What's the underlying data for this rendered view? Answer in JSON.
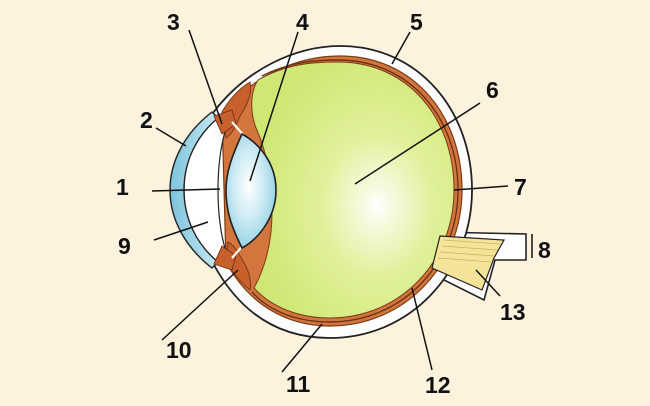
{
  "labels": [
    {
      "id": "1",
      "text": "1"
    },
    {
      "id": "2",
      "text": "2"
    },
    {
      "id": "3",
      "text": "3"
    },
    {
      "id": "4",
      "text": "4"
    },
    {
      "id": "5",
      "text": "5"
    },
    {
      "id": "6",
      "text": "6"
    },
    {
      "id": "7",
      "text": "7"
    },
    {
      "id": "8",
      "text": "8"
    },
    {
      "id": "9",
      "text": "9"
    },
    {
      "id": "10",
      "text": "10"
    },
    {
      "id": "11",
      "text": "11"
    },
    {
      "id": "12",
      "text": "12"
    },
    {
      "id": "13",
      "text": "13"
    }
  ],
  "colors": {
    "background": "#fcf2de",
    "sclera": "#ffffff",
    "choroid": "#d2763e",
    "vitreous": "#d7ec7c",
    "lens": "#a9dbe8",
    "cornea": "#8fcce0",
    "optic_nerve": "#f4e49a",
    "outline": "#222222"
  }
}
